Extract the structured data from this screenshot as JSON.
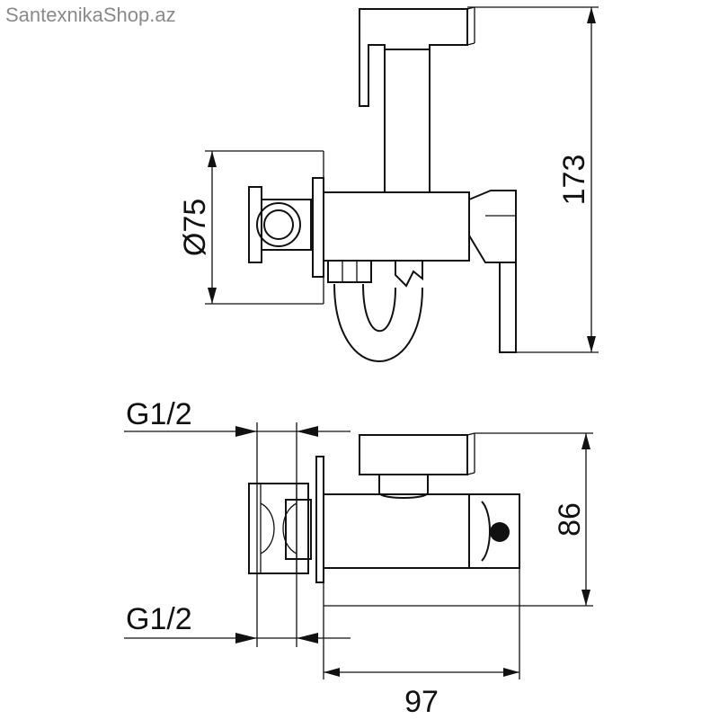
{
  "watermark": "SantexnikaShop.az",
  "dimensions": {
    "diameter": "Ø75",
    "height_top": "173",
    "thread_top": "G1/2",
    "thread_bottom": "G1/2",
    "height_bottom": "86",
    "width_bottom": "97"
  }
}
